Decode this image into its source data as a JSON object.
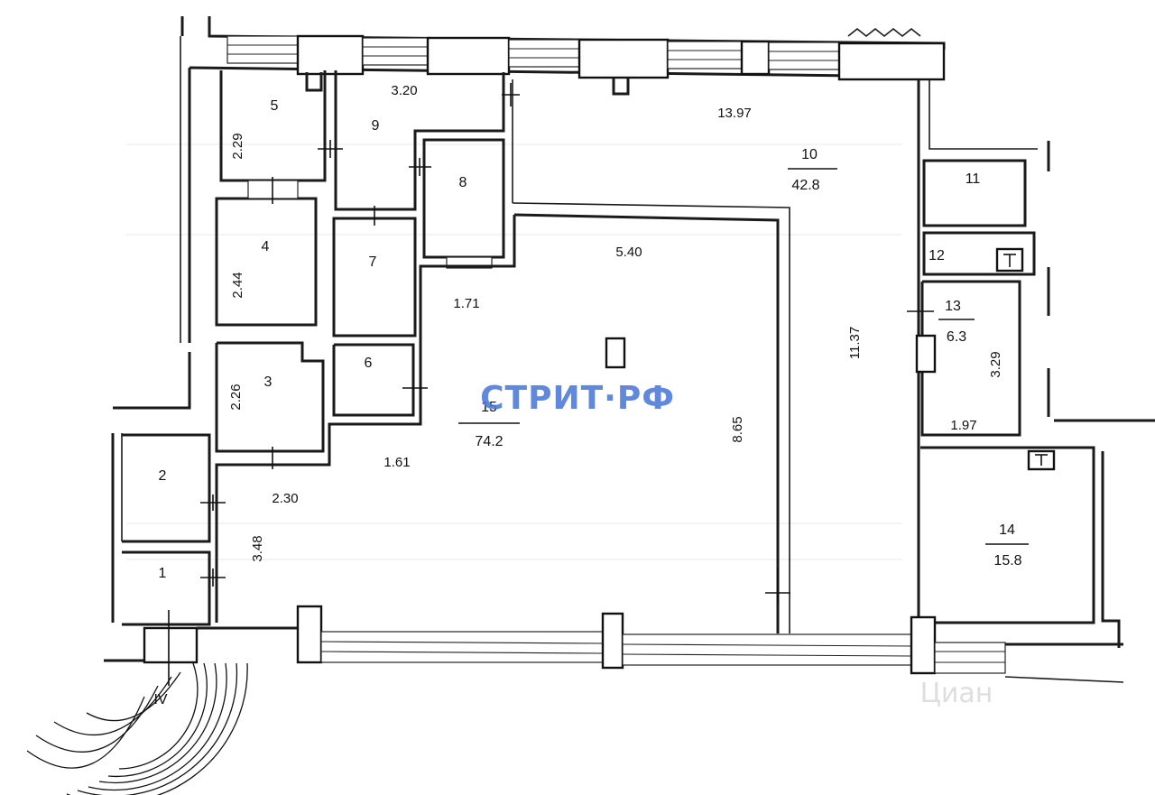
{
  "watermarks": {
    "main": "СТРИТ·РФ",
    "corner": "Циан"
  },
  "section_mark": "IV",
  "rooms": {
    "r1": {
      "number": "1"
    },
    "r2": {
      "number": "2"
    },
    "r3": {
      "number": "3",
      "dim": "2.26"
    },
    "r4": {
      "number": "4",
      "dim": "2.44"
    },
    "r5": {
      "number": "5",
      "dim": "2.29"
    },
    "r6": {
      "number": "6"
    },
    "r7": {
      "number": "7"
    },
    "r8": {
      "number": "8"
    },
    "r9": {
      "number": "9",
      "dim": "3.20"
    },
    "r10": {
      "number": "10",
      "area": "42.8",
      "dim_w": "13.97",
      "dim_h": "11.37"
    },
    "r11": {
      "number": "11"
    },
    "r12": {
      "number": "12"
    },
    "r13": {
      "number": "13",
      "area": "6.3",
      "dim_w": "1.97",
      "dim_h": "3.29"
    },
    "r14": {
      "number": "14",
      "area": "15.8"
    },
    "r15": {
      "number": "15",
      "area": "74.2",
      "dim_a": "5.40",
      "dim_b": "1.71",
      "dim_c": "8.65",
      "dim_d": "1.61",
      "dim_e": "2.30",
      "dim_f": "3.48"
    }
  }
}
